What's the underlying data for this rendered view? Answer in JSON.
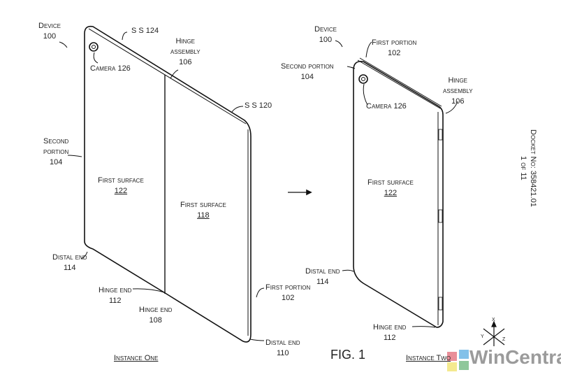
{
  "figure_title": "FIG. 1",
  "instance_one": {
    "caption": "Instance One",
    "labels": {
      "device": "Device",
      "device_num": "100",
      "ss124": "S S 124",
      "hinge": "Hinge",
      "hinge2": "assembly",
      "hinge_num": "106",
      "camera": "Camera 126",
      "ss120": "S S 120",
      "second": "Second",
      "second2": "portion",
      "second_num": "104",
      "fs122": "First surface",
      "fs122_num": "122",
      "fs118": "First surface",
      "fs118_num": "118",
      "distal114": "Distal end",
      "distal114_num": "114",
      "hinge112": "Hinge end",
      "hinge112_num": "112",
      "hinge108": "Hinge end",
      "hinge108_num": "108",
      "first102": "First portion",
      "first102_num": "102",
      "distal110": "Distal end",
      "distal110_num": "110"
    }
  },
  "instance_two": {
    "caption": "Instance Two",
    "labels": {
      "device": "Device",
      "device_num": "100",
      "first": "First portion",
      "first_num": "102",
      "second": "Second portion",
      "second_num": "104",
      "hinge": "Hinge",
      "hinge2": "assembly",
      "hinge_num": "106",
      "camera": "Camera 126",
      "fs": "First surface",
      "fs_num": "122",
      "distal": "Distal end",
      "distal_num": "114",
      "hingeend": "Hinge end",
      "hingeend_num": "112"
    }
  },
  "axes": {
    "x": "x",
    "y": "y",
    "z": "z"
  },
  "docket": {
    "line1": "Docket No: 358421.01",
    "line2": "1 of 11"
  },
  "watermark": "WinCentral"
}
